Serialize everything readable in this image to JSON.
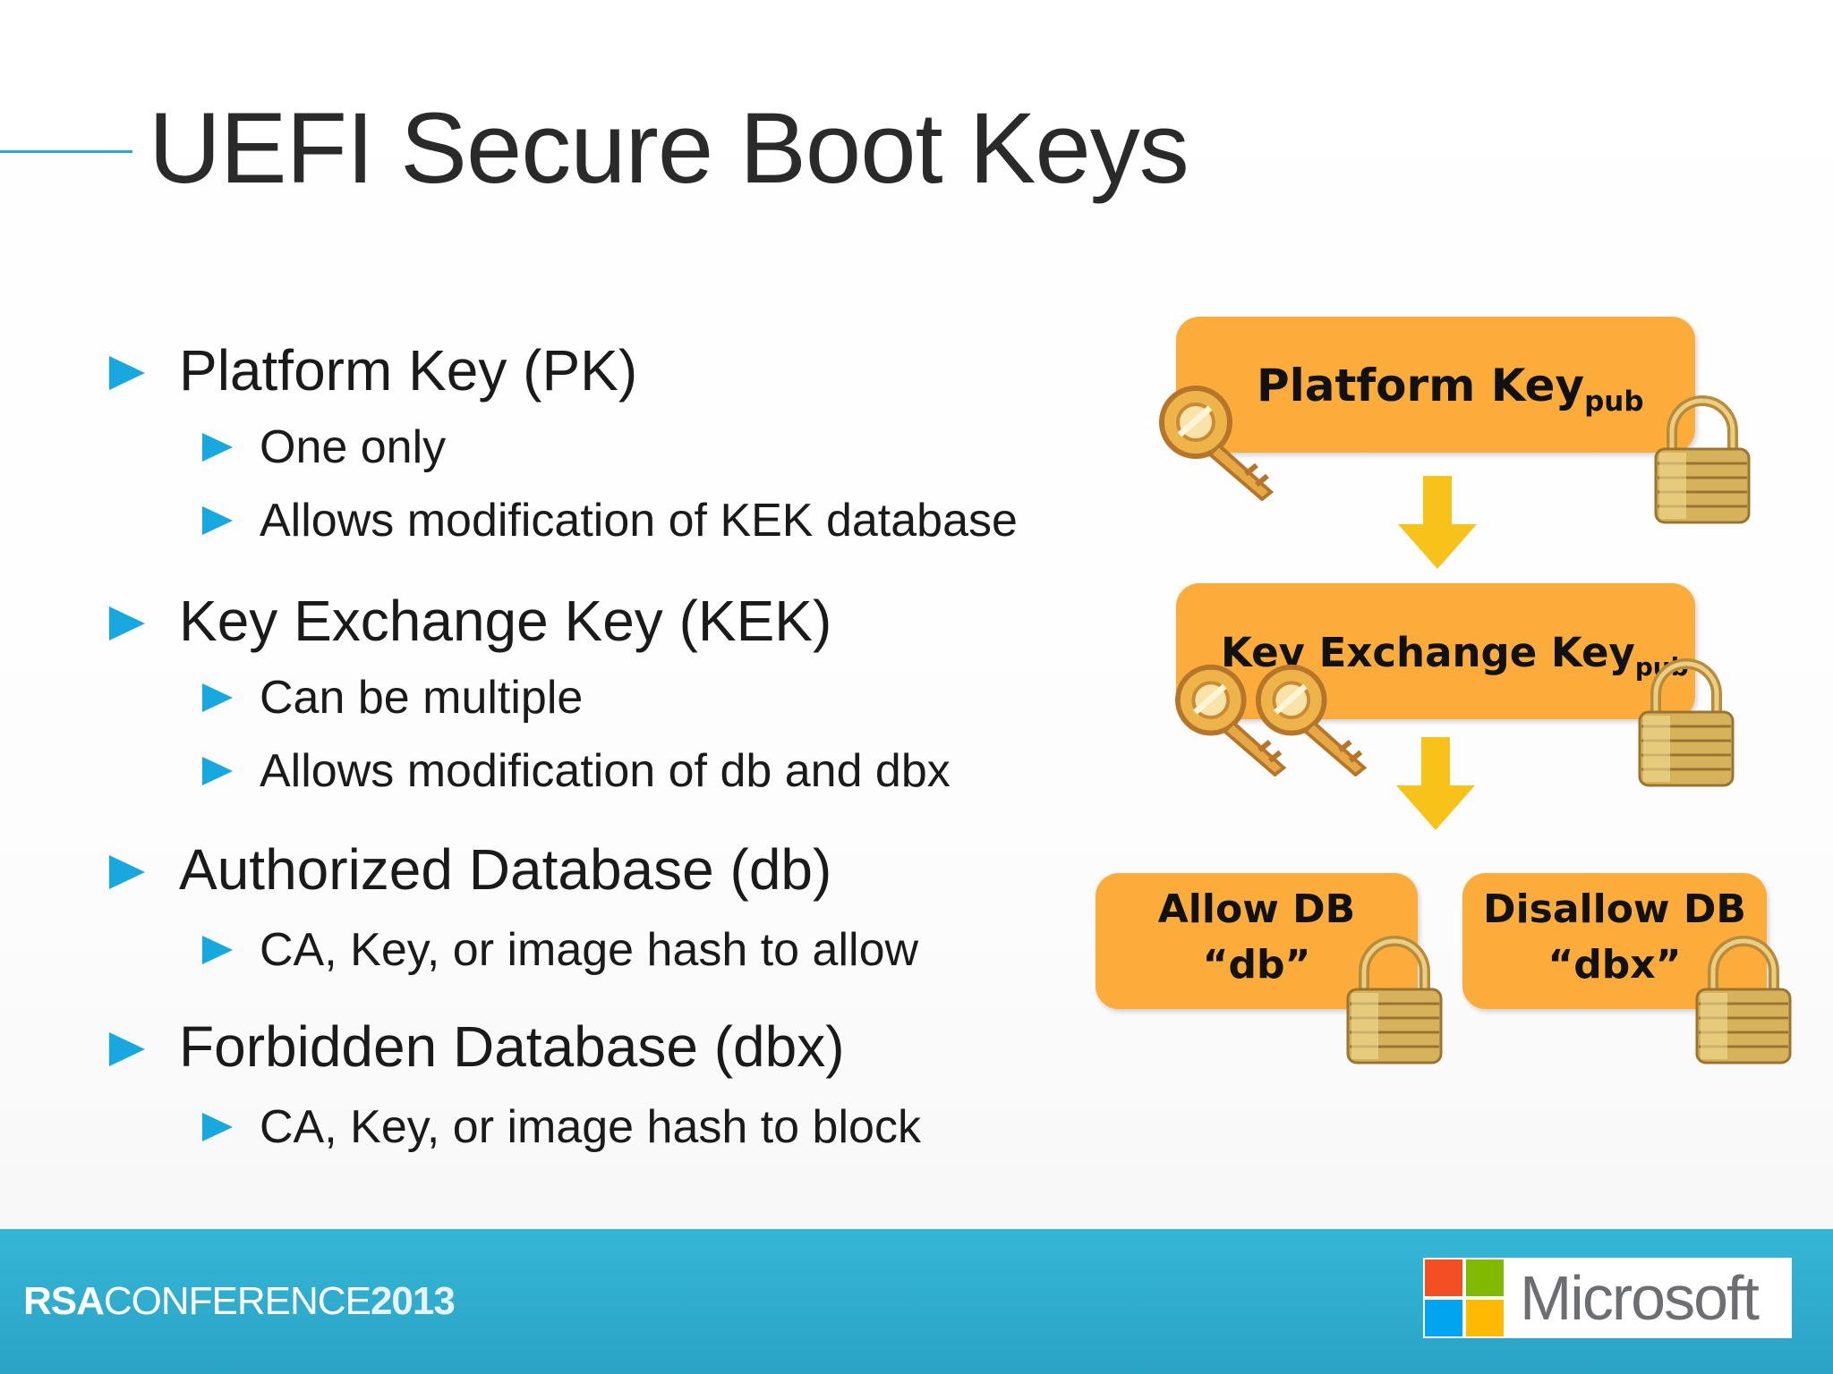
{
  "slide": {
    "title": "UEFI Secure Boot Keys",
    "bullets": [
      {
        "text": "Platform Key (PK)",
        "sub": [
          "One only",
          "Allows modification of KEK database"
        ]
      },
      {
        "text": "Key Exchange Key (KEK)",
        "sub": [
          "Can be multiple",
          "Allows modification of db and dbx"
        ]
      },
      {
        "text": "Authorized Database (db)",
        "sub": [
          "CA, Key, or image hash to allow"
        ]
      },
      {
        "text": "Forbidden Database (dbx)",
        "sub": [
          "CA, Key, or image hash to block"
        ]
      }
    ]
  },
  "diagram": {
    "pk_box": {
      "label": "Platform Key",
      "subscript": "pub"
    },
    "kek_box": {
      "label": "Key Exchange Key",
      "subscript": "pub"
    },
    "db_box": {
      "line1": "Allow DB",
      "line2": "“db”"
    },
    "dbx_box": {
      "line1": "Disallow DB",
      "line2": "“dbx”"
    },
    "colors": {
      "box": "#fbac3a",
      "arrow": "#f7c21a",
      "bullet": "#17a8e0",
      "footer": "#2fadcf"
    }
  },
  "footer": {
    "conference_prefix": "RSA",
    "conference_name": "CONFERENCE",
    "conference_year": "2013",
    "sponsor": "Microsoft"
  }
}
